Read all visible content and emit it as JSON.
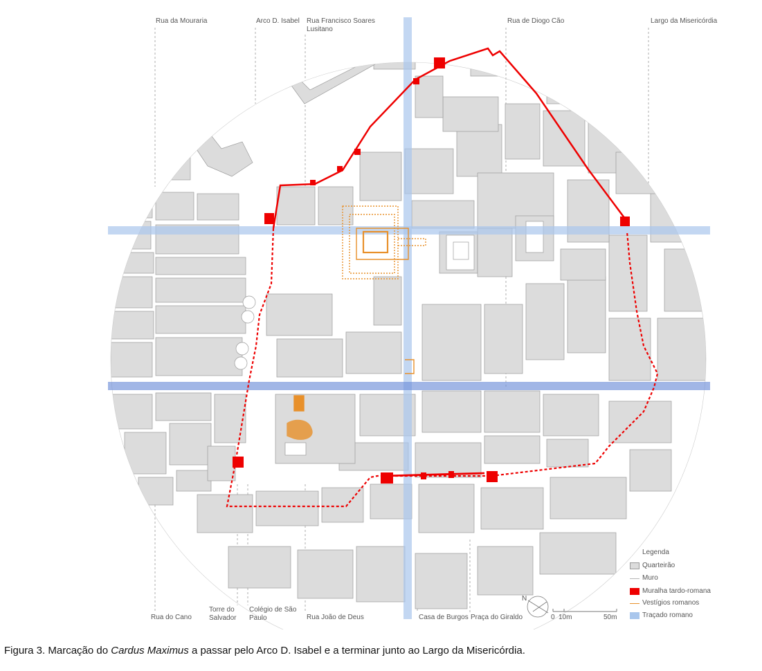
{
  "street_labels_top": [
    "Rua da Mouraria",
    "Arco D. Isabel",
    "Rua Francisco Soares Lusitano",
    "Rua de Diogo Cão",
    "Largo da Misericórdia"
  ],
  "street_labels_bottom": [
    "Rua do Cano",
    "Torre do Salvador",
    "Colégio de São Paulo",
    "Rua João de Deus",
    "Casa de Burgos",
    "Praça do Giraldo"
  ],
  "north_arrow": "N",
  "scale_bar": {
    "labels": [
      "0",
      "10m",
      "50m"
    ]
  },
  "legend": {
    "title": "Legenda",
    "items": [
      {
        "label": "Quarteirão",
        "color": "#dcdcdc"
      },
      {
        "label": "Muro",
        "color": "#b5b5b5"
      },
      {
        "label": "Muralha tardo-romana",
        "color": "#ee0000"
      },
      {
        "label": "Vestígios romanos",
        "color": "#e8902a"
      },
      {
        "label": "Traçado romano",
        "color": "#a9c6ec"
      }
    ]
  },
  "caption": {
    "prefix": "Figura 3. Marcação do ",
    "emphasis": "Cardus Maximus",
    "suffix": " a passar pelo Arco D. Isabel e a terminar junto ao Largo da Misericórdia."
  },
  "colors": {
    "block_fill": "#dcdcdc",
    "block_stroke": "#9a9a9a",
    "wall_red": "#ee0000",
    "roman_orange": "#e8902a",
    "roman_grid_light": "#a9c6ec",
    "roman_grid_dark": "#6f8fd8"
  }
}
